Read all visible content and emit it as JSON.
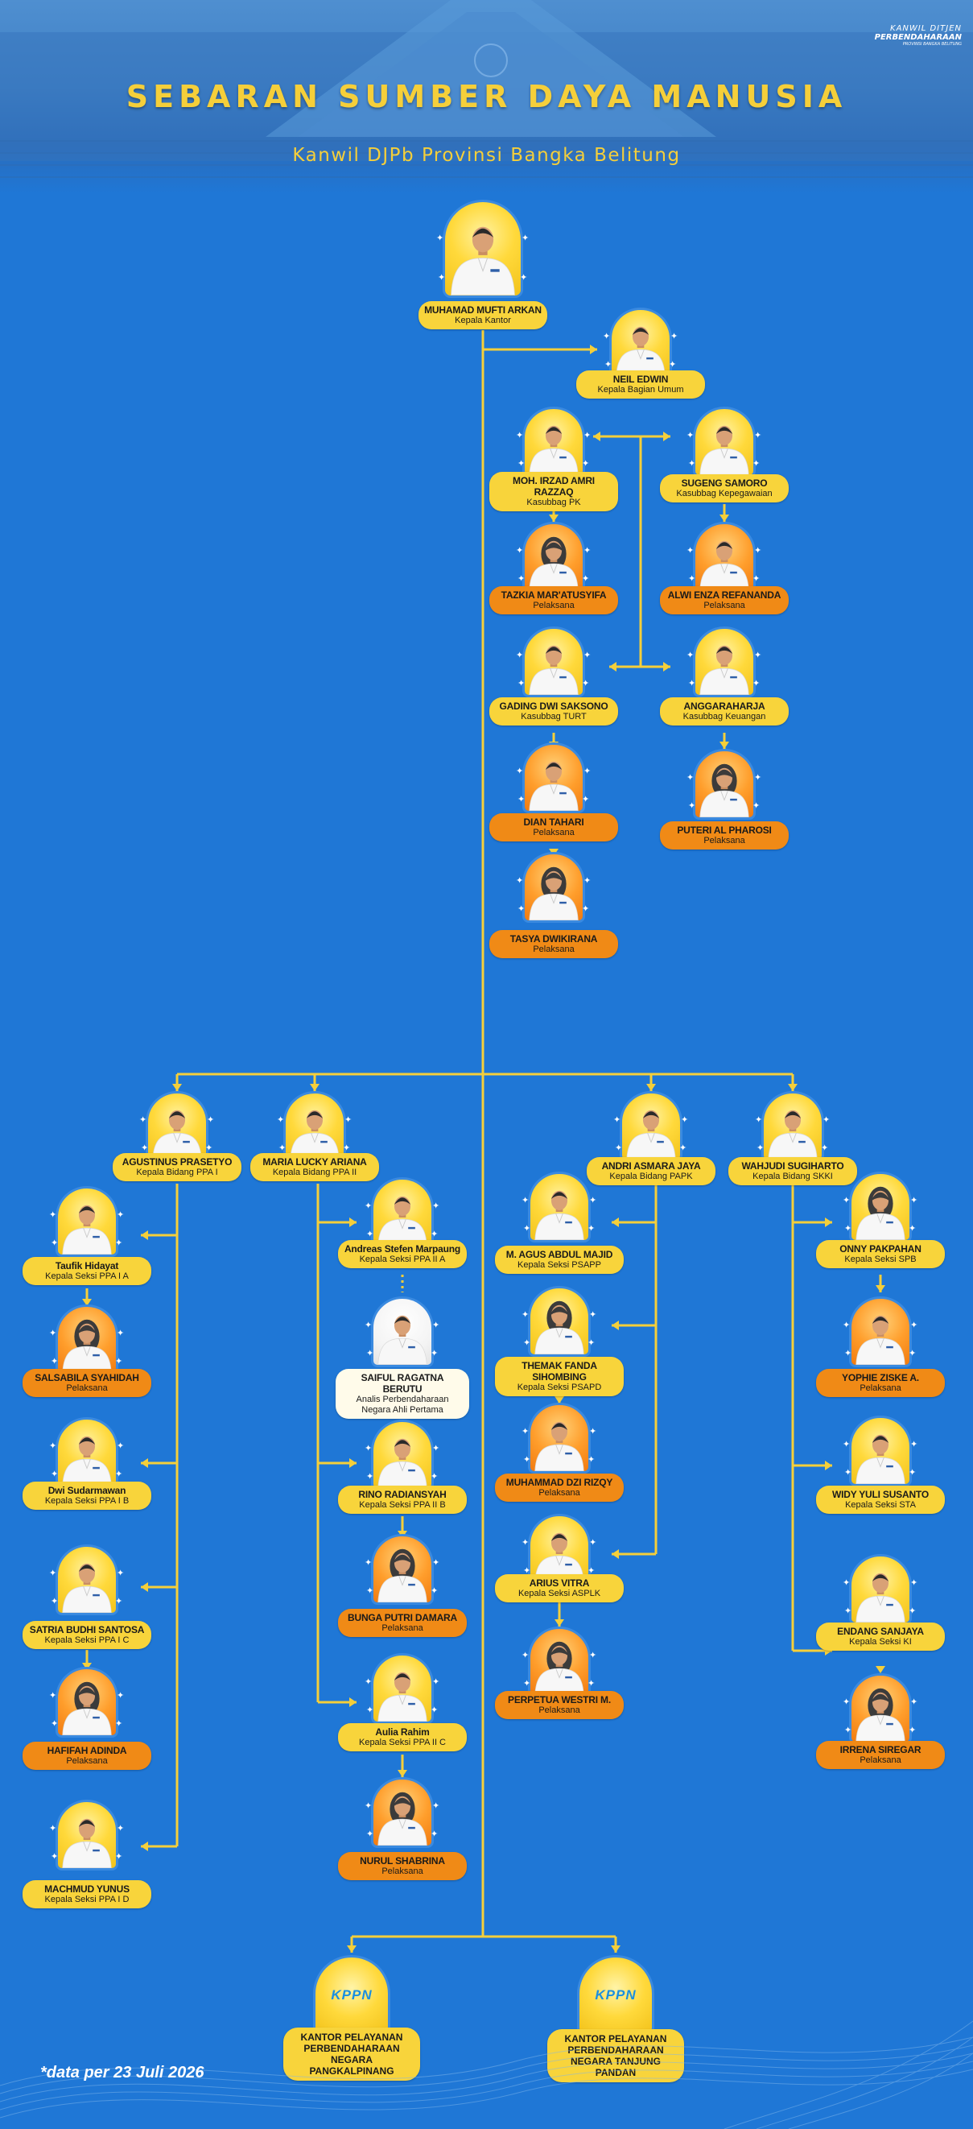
{
  "header": {
    "title": "SEBARAN SUMBER DAYA MANUSIA",
    "subtitle": "Kanwil DJPb Provinsi Bangka Belitung",
    "logo": {
      "line1": "KANWIL DITJEN",
      "line2": "PERBENDAHARAAN",
      "line3": "PROVINSI BANGKA BELITUNG"
    }
  },
  "colors": {
    "background": "#1f77d6",
    "title": "#f5cf3a",
    "label_yellow": "#f8d43b",
    "label_orange": "#f08a16",
    "connector": "#f5cf3a"
  },
  "org": {
    "head": {
      "name": "MUHAMAD MUFTI ARKAN",
      "position": "Kepala Kantor"
    },
    "umum": {
      "name": "NEIL EDWIN",
      "position": "Kepala Bagian Umum"
    },
    "pk": {
      "name": "MOH. IRZAD AMRI RAZZAQ",
      "position": "Kasubbag PK"
    },
    "pk_staff": {
      "name": "TAZKIA MAR'ATUSYIFA",
      "position": "Pelaksana"
    },
    "kepeg": {
      "name": "SUGENG SAMORO",
      "position": "Kasubbag Kepegawaian"
    },
    "kepeg_staff": {
      "name": "ALWI ENZA REFANANDA",
      "position": "Pelaksana"
    },
    "turt": {
      "name": "GADING DWI SAKSONO",
      "position": "Kasubbag TURT"
    },
    "turt_staff1": {
      "name": "DIAN TAHARI",
      "position": "Pelaksana"
    },
    "turt_staff2": {
      "name": "TASYA DWIKIRANA",
      "position": "Pelaksana"
    },
    "keu": {
      "name": "ANGGARAHARJA",
      "position": "Kasubbag Keuangan"
    },
    "keu_staff": {
      "name": "PUTERI AL PHAROSI",
      "position": "Pelaksana"
    },
    "ppa1": {
      "name": "AGUSTINUS PRASETYO",
      "position": "Kepala Bidang PPA I"
    },
    "ppa1a": {
      "name": "Taufik Hidayat",
      "position": "Kepala Seksi PPA I A"
    },
    "ppa1a_staff": {
      "name": "SALSABILA SYAHIDAH",
      "position": "Pelaksana"
    },
    "ppa1b": {
      "name": "Dwi Sudarmawan",
      "position": "Kepala Seksi PPA I B"
    },
    "ppa1c": {
      "name": "SATRIA BUDHI SANTOSA",
      "position": "Kepala Seksi PPA I C"
    },
    "ppa1c_staff": {
      "name": "HAFIFAH ADINDA",
      "position": "Pelaksana"
    },
    "ppa1d": {
      "name": "MACHMUD YUNUS",
      "position": "Kepala Seksi PPA I D"
    },
    "ppa2": {
      "name": "MARIA LUCKY ARIANA",
      "position": "Kepala Bidang PPA II"
    },
    "ppa2a": {
      "name": "Andreas Stefen Marpaung",
      "position": "Kepala Seksi PPA II A"
    },
    "analis": {
      "name": "SAIFUL RAGATNA BERUTU",
      "position": "Analis Perbendaharaan Negara Ahli Pertama"
    },
    "ppa2b": {
      "name": "RINO RADIANSYAH",
      "position": "Kepala Seksi PPA II B"
    },
    "ppa2b_staff": {
      "name": "BUNGA PUTRI DAMARA",
      "position": "Pelaksana"
    },
    "ppa2c": {
      "name": "Aulia Rahim",
      "position": "Kepala Seksi PPA II C"
    },
    "ppa2c_staff": {
      "name": "NURUL SHABRINA",
      "position": "Pelaksana"
    },
    "papk": {
      "name": "ANDRI ASMARA JAYA",
      "position": "Kepala Bidang PAPK"
    },
    "psapp": {
      "name": "M. AGUS ABDUL MAJID",
      "position": "Kepala Seksi PSAPP"
    },
    "psapd": {
      "name": "THEMAK FANDA SIHOMBING",
      "position": "Kepala Seksi PSAPD"
    },
    "psapd_staff": {
      "name": "MUHAMMAD DZI RIZQY",
      "position": "Pelaksana"
    },
    "asplk": {
      "name": "ARIUS VITRA",
      "position": "Kepala Seksi ASPLK"
    },
    "asplk_staff": {
      "name": "PERPETUA WESTRI M.",
      "position": "Pelaksana"
    },
    "skki": {
      "name": "WAHJUDI SUGIHARTO",
      "position": "Kepala Bidang SKKI"
    },
    "spb": {
      "name": "ONNY PAKPAHAN",
      "position": "Kepala Seksi SPB"
    },
    "spb_staff": {
      "name": "YOPHIE ZISKE A.",
      "position": "Pelaksana"
    },
    "sta": {
      "name": "WIDY YULI SUSANTO",
      "position": "Kepala Seksi STA"
    },
    "ki": {
      "name": "ENDANG SANJAYA",
      "position": "Kepala Seksi KI"
    },
    "ki_staff": {
      "name": "IRRENA SIREGAR",
      "position": "Pelaksana"
    }
  },
  "kppn": [
    {
      "logo": "KPPN",
      "name": "KANTOR PELAYANAN PERBENDAHARAAN NEGARA PANGKALPINANG"
    },
    {
      "logo": "KPPN",
      "name": "KANTOR PELAYANAN PERBENDAHARAAN NEGARA TANJUNG PANDAN"
    }
  ],
  "footnote": "*data per 23 Juli 2026"
}
